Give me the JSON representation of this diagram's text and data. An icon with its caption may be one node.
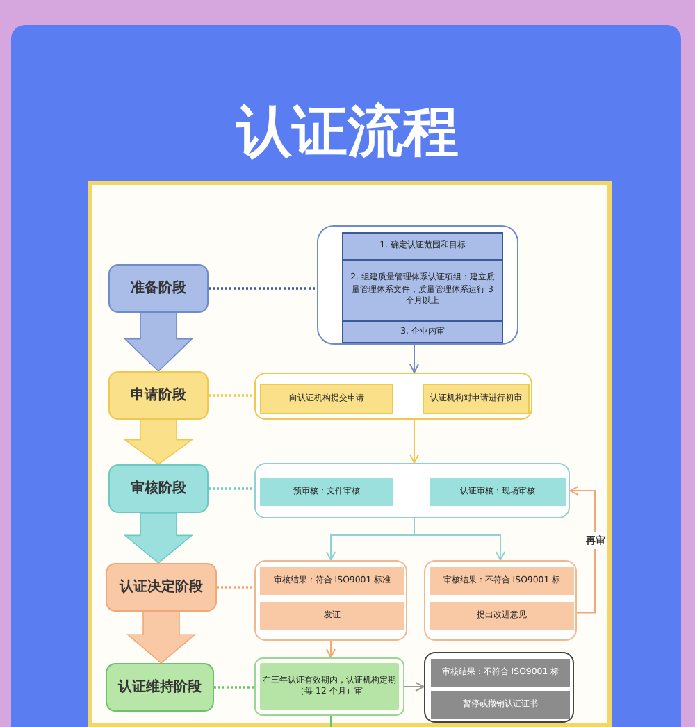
{
  "diagram": {
    "title": "认证流程",
    "nodes": [
      {
        "text": [
          "准备阶段"
        ]
      },
      {
        "text": [],
        "shape": "box"
      },
      {
        "text": [
          "1. 确定认证范围和目标"
        ],
        "in": 1
      },
      {
        "text": [
          "2. 组建质量管理体系认证项组：建立质量管理体系文件，质量管理体系运行 3 个月以上"
        ],
        "in": 1
      },
      {
        "text": [
          "3. 企业内审"
        ],
        "in": 1
      },
      {
        "text": [
          "申请阶段"
        ]
      },
      {
        "text": [],
        "shape": "box"
      },
      {
        "text": [
          "向认证机构提交申请"
        ],
        "in": 6
      },
      {
        "text": [
          "认证机构对申请进行初审"
        ],
        "in": 6
      },
      {
        "text": [
          "审核阶段"
        ]
      },
      {
        "text": [],
        "shape": "box"
      },
      {
        "text": [
          "预审核：文件审核"
        ],
        "in": 10
      },
      {
        "text": [
          "认证审核：现场审核"
        ],
        "in": 10
      },
      {
        "text": [
          "认证决定阶段"
        ]
      },
      {
        "text": [],
        "shape": "box"
      },
      {
        "text": [
          "审核结果：符合 ISO9001 标准"
        ],
        "in": 14
      },
      {
        "text": [
          "发证"
        ],
        "in": 14
      },
      {
        "text": [],
        "shape": "box"
      },
      {
        "text": [
          "审核结果：不符合 ISO9001 标"
        ],
        "in": 17
      },
      {
        "text": [
          "提出改进意见"
        ],
        "in": 17
      },
      {
        "text": [
          "认证维持阶段"
        ]
      },
      {
        "text": [
          "在三年认证有效期内，认证机构定期（每 12 个月）审"
        ]
      },
      {
        "text": [],
        "shape": "box"
      },
      {
        "text": [
          "审核结果：不符合 ISO9001 标"
        ],
        "in": 22
      },
      {
        "text": [
          "暂停或撤销认证证书"
        ],
        "in": 22
      }
    ],
    "edges": [
      {
        "from": 0,
        "to": 1,
        "arrow": "none",
        "style": "dashed",
        "color": "#3a5a9a"
      },
      {
        "from": 0,
        "to": 5,
        "arrow": "to",
        "style": "thick",
        "color": "#a8bbe6"
      },
      {
        "from": 1,
        "to": 6,
        "arrow": "to",
        "color": "#6f8cc8"
      },
      {
        "from": 5,
        "to": 6,
        "arrow": "none",
        "style": "dashed",
        "color": "#f0c850"
      },
      {
        "from": 5,
        "to": 9,
        "arrow": "to",
        "style": "thick",
        "color": "#fbe08a"
      },
      {
        "from": 6,
        "to": 10,
        "arrow": "to",
        "color": "#f0c850"
      },
      {
        "from": 9,
        "to": 10,
        "arrow": "none",
        "style": "dashed",
        "color": "#6cc9c4"
      },
      {
        "from": 9,
        "to": 13,
        "arrow": "to",
        "style": "thick",
        "color": "#9be0dc"
      },
      {
        "from": 10,
        "to": 14,
        "arrow": "to",
        "color": "#8fd3cf"
      },
      {
        "from": 10,
        "to": 17,
        "arrow": "to",
        "color": "#8fd3cf"
      },
      {
        "from": 17,
        "to": 10,
        "arrow": "to",
        "label": "再审",
        "color": "#f0a878"
      },
      {
        "from": 13,
        "to": 14,
        "arrow": "none",
        "style": "dashed",
        "color": "#f0a878"
      },
      {
        "from": 13,
        "to": 20,
        "arrow": "to",
        "style": "thick",
        "color": "#f9c9a6"
      },
      {
        "from": 14,
        "to": 21,
        "arrow": "to",
        "color": "#f0a878"
      },
      {
        "from": 20,
        "to": 21,
        "arrow": "none",
        "style": "dashed",
        "color": "#6cc26a"
      },
      {
        "from": 21,
        "to": 22,
        "arrow": "to",
        "color": "#999999"
      },
      {
        "from": 21,
        "to": null,
        "arrow": "none",
        "color": "#6cc26a"
      }
    ]
  }
}
